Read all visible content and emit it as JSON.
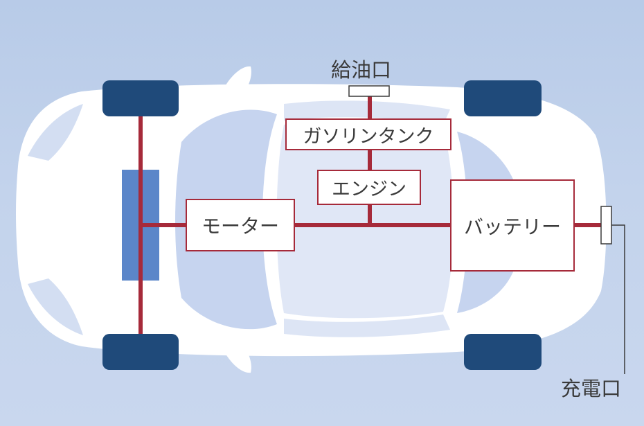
{
  "diagram": {
    "components": {
      "fuel_inlet": "給油口",
      "gasoline_tank": "ガソリンタンク",
      "engine": "エンジン",
      "motor": "モーター",
      "battery": "バッテリー",
      "charging_port": "充電口"
    },
    "colors": {
      "background": "#c3d3ec",
      "car_body": "#ffffff",
      "car_glass": "#c6d4ef",
      "wheel": "#1f4a7a",
      "axle_unit": "#5b86c9",
      "power_line": "#a62a3a",
      "text": "#3a3a3a"
    }
  }
}
